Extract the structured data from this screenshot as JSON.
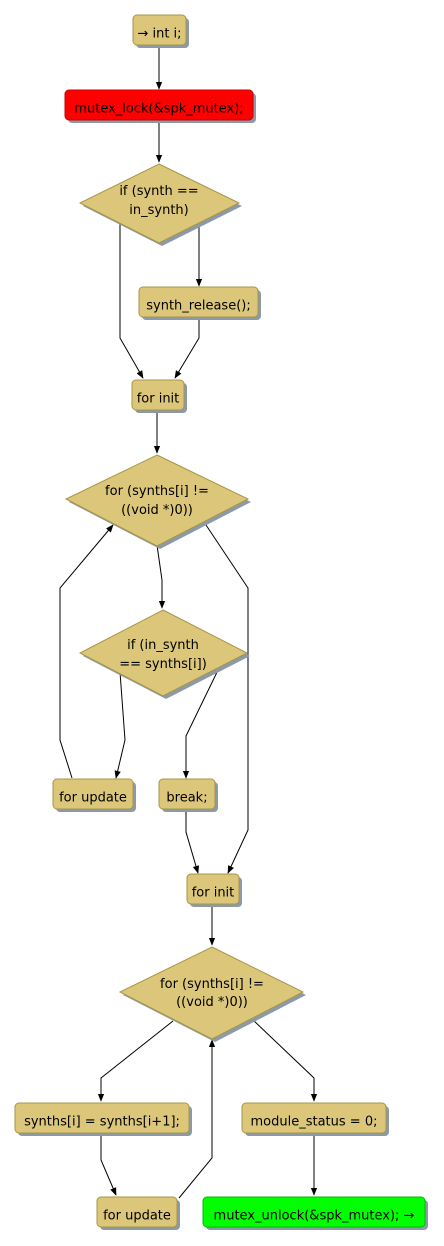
{
  "colors": {
    "node_fill": "#dbc67a",
    "node_stroke": "#a89645",
    "shadow": "#8c9aa8",
    "lock_fill": "#ff0000",
    "lock_stroke": "#cc0000",
    "unlock_fill": "#00ff00",
    "unlock_stroke": "#00bb00",
    "edge": "#000000"
  },
  "nodes": {
    "start": "→ int i;",
    "lock": "mutex_lock(&spk_mutex);",
    "if_synth": [
      "if (synth ==",
      "in_synth)"
    ],
    "release": "synth_release();",
    "for_init_1": "for init",
    "for_cond_1": [
      "for (synths[i] !=",
      "((void *)0))"
    ],
    "if_in_synth": [
      "if (in_synth",
      "== synths[i])"
    ],
    "for_update_1": "for update",
    "break": "break;",
    "for_init_2": "for init",
    "for_cond_2": [
      "for (synths[i] !=",
      "((void *)0))"
    ],
    "shift": "synths[i] = synths[i+1];",
    "status": "module_status = 0;",
    "for_update_2": "for update",
    "unlock": "mutex_unlock(&spk_mutex); →"
  }
}
